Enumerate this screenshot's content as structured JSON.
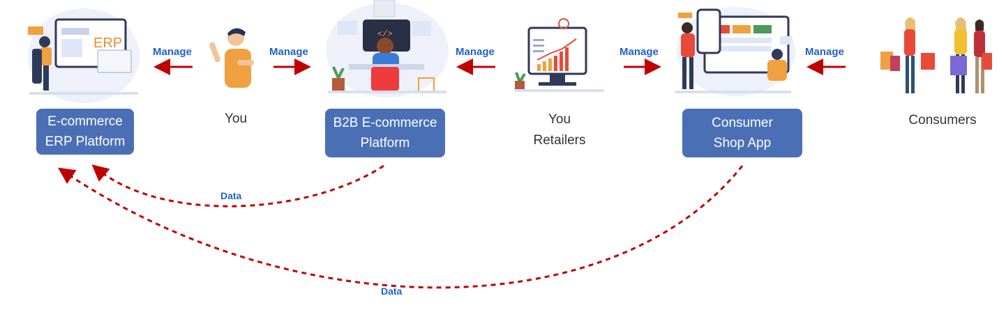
{
  "nodes": {
    "erp": {
      "line1": "E-commerce",
      "line2": "ERP Platform",
      "illustration": "erp-dashboard-illustration"
    },
    "you": {
      "label": "You",
      "illustration": "waving-person-illustration"
    },
    "b2b": {
      "line1": "B2B E-commerce",
      "line2": "Platform",
      "illustration": "developer-at-monitor-illustration"
    },
    "retailers": {
      "line1": "You",
      "line2": "Retailers",
      "illustration": "growth-chart-monitor-illustration"
    },
    "shop": {
      "line1": "Consumer",
      "line2": "Shop App",
      "illustration": "mobile-shop-app-illustration"
    },
    "consumers": {
      "label": "Consumers",
      "illustration": "shoppers-with-bags-illustration"
    }
  },
  "edges": {
    "manage_label": "Manage",
    "data_label": "Data"
  },
  "colors": {
    "box_fill": "#4a6fb5",
    "arrow_red": "#c00000",
    "label_blue": "#1f63c6",
    "illustration_orange": "#f0a040"
  }
}
